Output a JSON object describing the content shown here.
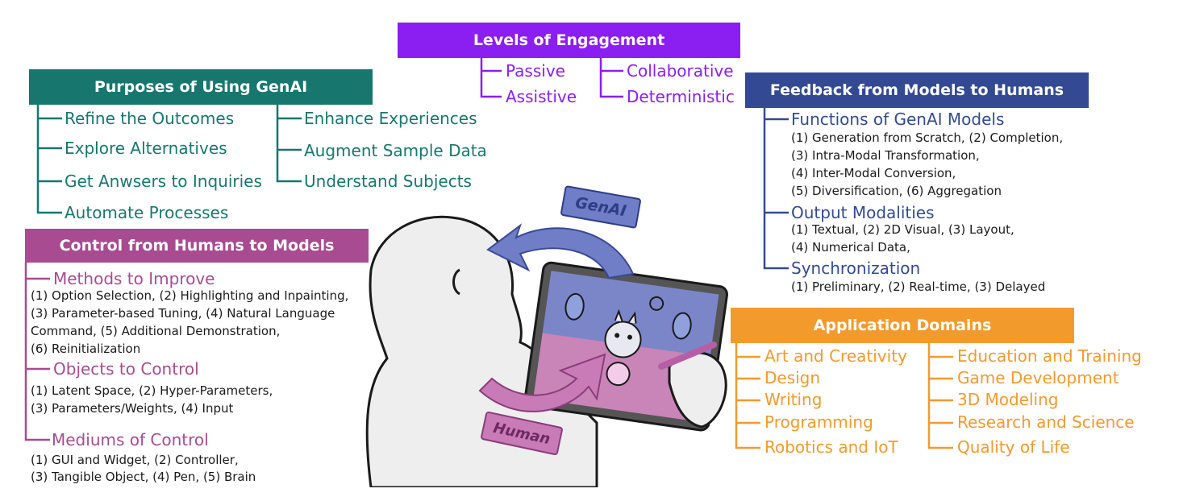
{
  "colors": {
    "engagement": "#8b1ef0",
    "purposes": "#17776e",
    "feedback": "#334a93",
    "control": "#a84b91",
    "application": "#f39a2c"
  },
  "engagement": {
    "title": "Levels of Engagement",
    "left": [
      "Passive",
      "Assistive"
    ],
    "right": [
      "Collaborative",
      "Deterministic"
    ]
  },
  "purposes": {
    "title": "Purposes of Using GenAI",
    "left": [
      "Refine the Outcomes",
      "Explore Alternatives",
      "Get Anwsers to Inquiries",
      "Automate Processes"
    ],
    "right": [
      "Enhance Experiences",
      "Augment Sample Data",
      "Understand Subjects"
    ]
  },
  "feedback": {
    "title": "Feedback from Models to Humans",
    "sections": [
      {
        "label": "Functions of GenAI Models",
        "lines": [
          "(1) Generation from Scratch, (2) Completion,",
          "(3) Intra-Modal Transformation,",
          "(4) Inter-Modal Conversion,",
          "(5) Diversification, (6) Aggregation"
        ]
      },
      {
        "label": "Output Modalities",
        "lines": [
          "(1) Textual, (2) 2D Visual, (3) Layout,",
          "(4) Numerical Data,"
        ]
      },
      {
        "label": "Synchronization",
        "lines": [
          "(1) Preliminary, (2) Real-time, (3) Delayed"
        ]
      }
    ]
  },
  "control": {
    "title": "Control from Humans to Models",
    "sections": [
      {
        "label": "Methods to Improve",
        "lines": [
          "(1) Option Selection, (2) Highlighting and Inpainting,",
          "(3) Parameter-based Tuning, (4) Natural Language",
          "Command,  (5) Additional Demonstration,",
          "(6) Reinitialization"
        ]
      },
      {
        "label": "Objects to Control",
        "lines": [
          "(1) Latent Space, (2) Hyper-Parameters,",
          "(3) Parameters/Weights, (4) Input"
        ]
      },
      {
        "label": "Mediums of Control",
        "lines": [
          "(1) GUI and Widget, (2) Controller,",
          "(3) Tangible Object, (4) Pen, (5) Brain"
        ]
      }
    ]
  },
  "application": {
    "title": "Application Domains",
    "left": [
      "Art and Creativity",
      "Design",
      "Writing",
      "Programming",
      "Robotics and IoT"
    ],
    "right": [
      "Education and Training",
      "Game Development",
      "3D Modeling",
      "Research and Science",
      "Quality of Life"
    ]
  },
  "illustration": {
    "genai_tag": "GenAI",
    "human_tag": "Human"
  }
}
